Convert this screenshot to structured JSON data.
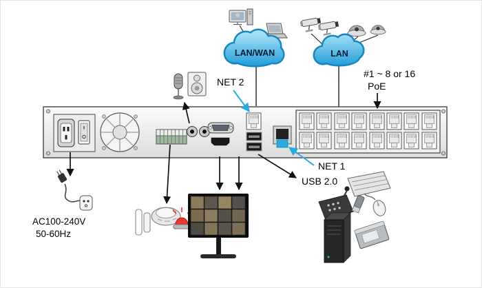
{
  "diagram": {
    "labels": {
      "net2": "NET 2",
      "net1": "NET 1",
      "usb": "USB 2.0",
      "cloud_wan": "LAN/WAN",
      "cloud_lan": "LAN",
      "poe_line1": "#1 ~ 8 or 16",
      "poe_line2": "PoE",
      "power_line1": "AC100-240V",
      "power_line2": "50-60Hz"
    },
    "colors": {
      "cloud_fill_top": "#a6e0f7",
      "cloud_fill_bottom": "#1f9cd8",
      "cloud_outline": "#1585bd",
      "arrow_blue": "#29abe2",
      "arrow_black": "#111111",
      "alarm_red": "#e8372c",
      "panel_gray": "#ececec"
    },
    "icons": {
      "pc-icon": "inline-svg",
      "laptop-icon": "inline-svg",
      "bullet-camera-icon": "inline-svg",
      "dome-camera-icon": "inline-svg",
      "microphone-icon": "inline-svg",
      "speaker-icon": "inline-svg",
      "power-cord-icon": "inline-svg",
      "door-contact-icon": "inline-svg",
      "smoke-detector-icon": "inline-svg",
      "alarm-beacon-icon": "inline-svg",
      "cctv-monitor-icon": "inline-svg",
      "keyboard-icon": "inline-svg",
      "ptz-keyboard-icon": "inline-svg",
      "usb-stick-icon": "inline-svg",
      "mouse-icon": "inline-svg",
      "hdd-tower-icon": "inline-svg",
      "hdd-drive-icon": "inline-svg",
      "fan-icon": "inline-svg",
      "cloud-icon": "inline-svg"
    }
  }
}
